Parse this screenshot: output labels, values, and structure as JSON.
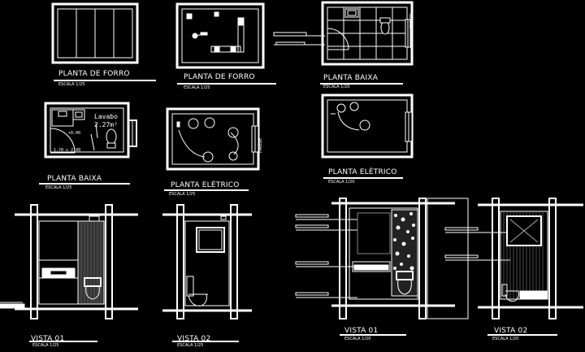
{
  "labels": {
    "planta_forro_1": "PLANTA DE FORRO",
    "planta_forro_2": "PLANTA DE FORRO",
    "planta_baixa_1": "PLANTA BAIXA",
    "planta_baixa_2": "PLANTA BAIXA",
    "planta_eletrico_1": "PLANTA ELÉTRICO",
    "planta_eletrico_2": "PLANTA ELÉTRICO",
    "vista_01_a": "VISTA 01",
    "vista_02_a": "VISTA 02",
    "vista_01_b": "VISTA 01",
    "vista_02_b": "VISTA 02"
  },
  "scales": {
    "s1": "ESCALA 1/25",
    "s2": "ESCALA 1/25",
    "s3": "ESCALA 1/20",
    "s4": "ESCALA 1/25",
    "s5": "ESCALA 1/25",
    "s6": "ESCALA 1/20",
    "s7": "ESCALA 1/25",
    "s8": "ESCALA 1/25",
    "s9": "ESCALA 1/20",
    "s10": "ESCALA 1/20"
  },
  "annotations": {
    "lavabo": "Lavabo",
    "area": "2.27m²",
    "level": "+0.00",
    "dim": "1.70 x 2.00",
    "wall_a": "PAREDE",
    "wall_b": "PAREDE"
  }
}
